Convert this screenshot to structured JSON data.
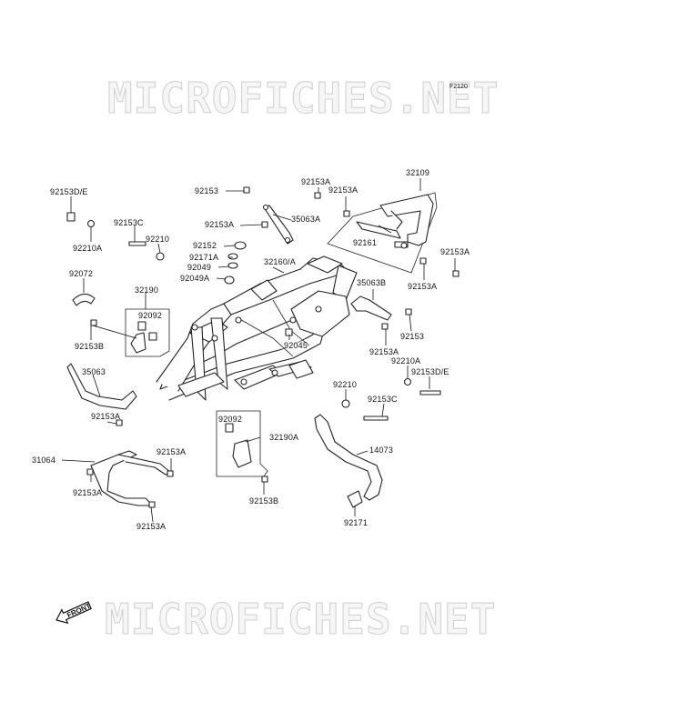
{
  "diagram_code": "F2120",
  "watermark": "MICROFICHES.NET",
  "front_label": "FRONT",
  "labels": [
    {
      "id": "l1",
      "text": "92153D/E"
    },
    {
      "id": "l2",
      "text": "92210A"
    },
    {
      "id": "l3",
      "text": "92153C"
    },
    {
      "id": "l4",
      "text": "92210"
    },
    {
      "id": "l5",
      "text": "92072"
    },
    {
      "id": "l6",
      "text": "32190"
    },
    {
      "id": "l7",
      "text": "92092"
    },
    {
      "id": "l8",
      "text": "92153B"
    },
    {
      "id": "l9",
      "text": "35063"
    },
    {
      "id": "l10",
      "text": "92153A"
    },
    {
      "id": "l11",
      "text": "31064"
    },
    {
      "id": "l12",
      "text": "92153A"
    },
    {
      "id": "l13",
      "text": "92153A"
    },
    {
      "id": "l14",
      "text": "92153A"
    },
    {
      "id": "l15",
      "text": "92153"
    },
    {
      "id": "l16",
      "text": "92153A"
    },
    {
      "id": "l17",
      "text": "35063A"
    },
    {
      "id": "l18",
      "text": "92152"
    },
    {
      "id": "l19",
      "text": "92171A"
    },
    {
      "id": "l20",
      "text": "92049"
    },
    {
      "id": "l21",
      "text": "92049A"
    },
    {
      "id": "l22",
      "text": "32160/A"
    },
    {
      "id": "l23",
      "text": "92153A"
    },
    {
      "id": "l24",
      "text": "92153A"
    },
    {
      "id": "l25",
      "text": "32109"
    },
    {
      "id": "l26",
      "text": "92161"
    },
    {
      "id": "l27",
      "text": "92153A"
    },
    {
      "id": "l28",
      "text": "92153A"
    },
    {
      "id": "l29",
      "text": "35063B"
    },
    {
      "id": "l30",
      "text": "92153"
    },
    {
      "id": "l31",
      "text": "92153A"
    },
    {
      "id": "l32",
      "text": "92045"
    },
    {
      "id": "l33",
      "text": "92210A"
    },
    {
      "id": "l34",
      "text": "92153D/E"
    },
    {
      "id": "l35",
      "text": "92210"
    },
    {
      "id": "l36",
      "text": "92153C"
    },
    {
      "id": "l37",
      "text": "92092"
    },
    {
      "id": "l38",
      "text": "32190A"
    },
    {
      "id": "l39",
      "text": "92153B"
    },
    {
      "id": "l40",
      "text": "14073"
    },
    {
      "id": "l41",
      "text": "92171"
    }
  ]
}
